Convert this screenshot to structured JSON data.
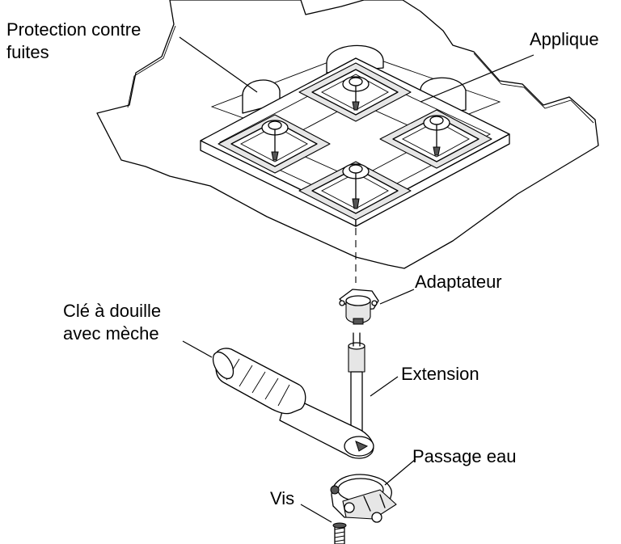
{
  "labels": {
    "leak_protection_line1": "Protection contre",
    "leak_protection_line2": "fuites",
    "applique": "Applique",
    "adapter": "Adaptateur",
    "wrench_line1": "Clé à douille",
    "wrench_line2": "avec mèche",
    "extension": "Extension",
    "water_passage": "Passage eau",
    "screw": "Vis"
  }
}
